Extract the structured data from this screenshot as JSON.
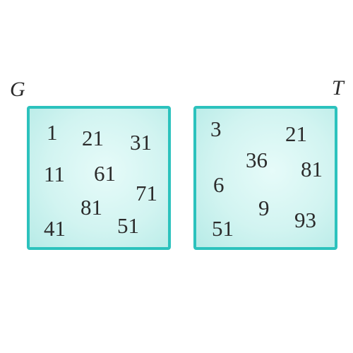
{
  "sets": [
    {
      "name": "G",
      "elements": [
        "1",
        "21",
        "31",
        "11",
        "61",
        "71",
        "81",
        "41",
        "51"
      ]
    },
    {
      "name": "T",
      "elements": [
        "3",
        "21",
        "36",
        "81",
        "6",
        "9",
        "51",
        "93"
      ]
    }
  ],
  "colors": {
    "border": "#2cc2bd",
    "fill": "#d2f4f1",
    "text": "#2b2b2b"
  }
}
